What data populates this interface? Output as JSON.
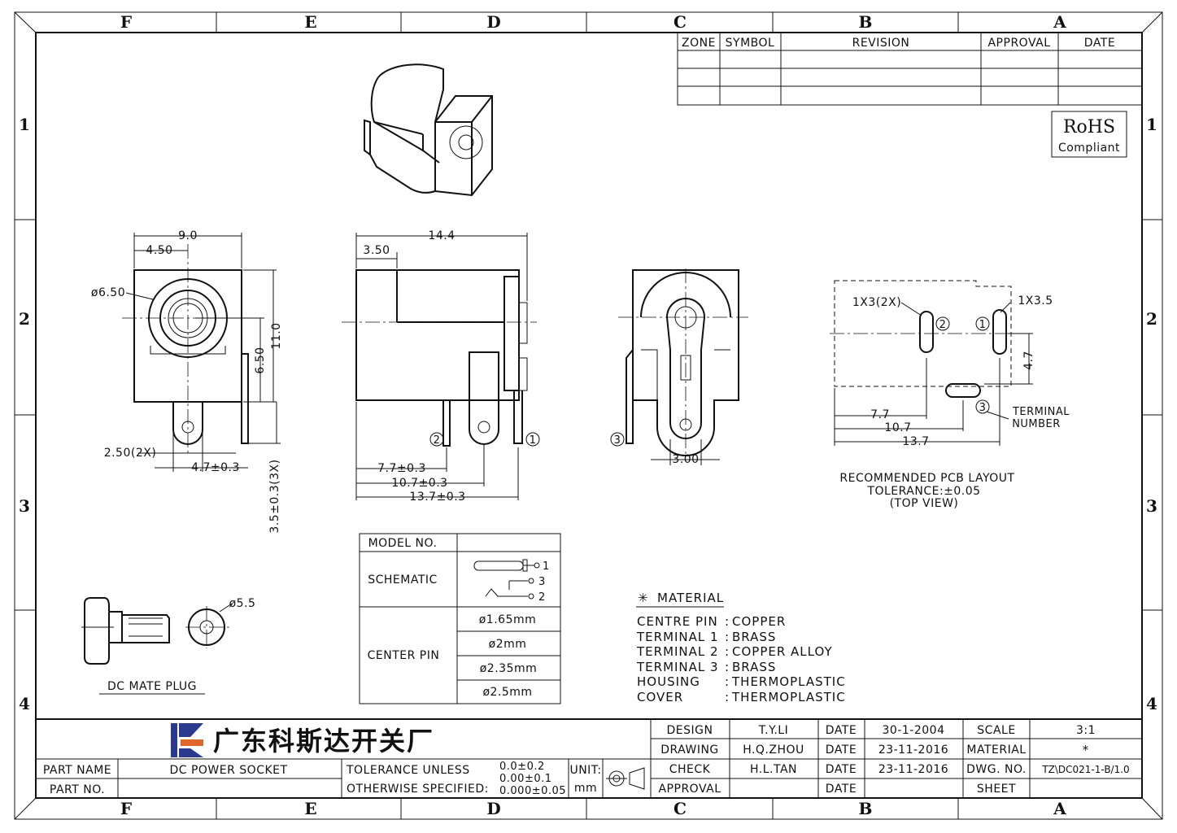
{
  "zones": {
    "columns": [
      "F",
      "E",
      "D",
      "C",
      "B",
      "A"
    ],
    "rows": [
      "1",
      "2",
      "3",
      "4"
    ]
  },
  "revision_table": {
    "headers": [
      "ZONE",
      "SYMBOL",
      "REVISION",
      "APPROVAL",
      "DATE"
    ]
  },
  "rohs": {
    "line1": "RoHS",
    "line2": "Compliant"
  },
  "front_view": {
    "width": "9.0",
    "half_width": "4.50",
    "diameter": "ø6.50",
    "height": "11.0",
    "center_height": "6.50",
    "terminal_width": "2.50(2X)",
    "terminal_spacing": "4.7±0.3",
    "terminal_length": "3.5±0.3(3X)"
  },
  "side_view": {
    "length": "14.4",
    "offset": "3.50",
    "dim_a": "7.7±0.3",
    "dim_b": "10.7±0.3",
    "dim_c": "13.7±0.3",
    "pin_labels": [
      "2",
      "1"
    ]
  },
  "rear_view": {
    "pin_width": "3.00",
    "pin_label": "3"
  },
  "pcb_layout": {
    "slot_a": "1X3(2X)",
    "slot_b": "1X3.5",
    "spacing": "4.7",
    "dim_a": "7.7",
    "dim_b": "10.7",
    "dim_c": "13.7",
    "pin_labels": [
      "2",
      "1",
      "3"
    ],
    "terminal_label_1": "TERMINAL",
    "terminal_label_2": "NUMBER",
    "caption_1": "RECOMMENDED PCB LAYOUT",
    "caption_2": "TOLERANCE:±0.05",
    "caption_3": "(TOP VIEW)"
  },
  "mate_plug": {
    "diameter": "ø5.5",
    "caption": "DC MATE PLUG"
  },
  "model_table": {
    "model_no": "MODEL NO.",
    "schematic": "SCHEMATIC",
    "center_pin": "CENTER PIN",
    "pins": [
      "1",
      "3",
      "2"
    ],
    "options": [
      "ø1.65mm",
      "ø2mm",
      "ø2.35mm",
      "ø2.5mm"
    ]
  },
  "material": {
    "title": "MATERIAL",
    "items": [
      {
        "part": "CENTRE PIN",
        "material": "COPPER"
      },
      {
        "part": "TERMINAL 1",
        "material": "BRASS"
      },
      {
        "part": "TERMINAL 2",
        "material": "COPPER ALLOY"
      },
      {
        "part": "TERMINAL 3",
        "material": "BRASS"
      },
      {
        "part": "HOUSING",
        "material": "THERMOPLASTIC"
      },
      {
        "part": "COVER",
        "material": "THERMOPLASTIC"
      }
    ]
  },
  "title_block": {
    "company": "广东科斯达开关厂",
    "part_name_label": "PART NAME",
    "part_name": "DC POWER SOCKET",
    "part_no_label": "PART NO.",
    "tolerance_1": "TOLERANCE UNLESS",
    "tolerance_2": "OTHERWISE SPECIFIED:",
    "tol_values": [
      "0.0±0.2",
      "0.00±0.1",
      "0.000±0.05"
    ],
    "unit_label": "UNIT:",
    "unit": "mm",
    "roles": [
      "DESIGN",
      "DRAWING",
      "CHECK",
      "APPROVAL"
    ],
    "names": [
      "T.Y.LI",
      "H.Q.ZHOU",
      "H.L.TAN",
      ""
    ],
    "date_label": "DATE",
    "dates": [
      "30-1-2004",
      "23-11-2016",
      "23-11-2016",
      ""
    ],
    "scale_label": "SCALE",
    "scale": "3:1",
    "material_label": "MATERIAL",
    "material": "*",
    "dwg_label": "DWG. NO.",
    "dwg_no": "TZ\\DC021-1-B/1.0",
    "sheet_label": "SHEET"
  },
  "colors": {
    "line": "#111111",
    "logo_blue": "#2a3a8c",
    "logo_orange": "#e0662a"
  }
}
